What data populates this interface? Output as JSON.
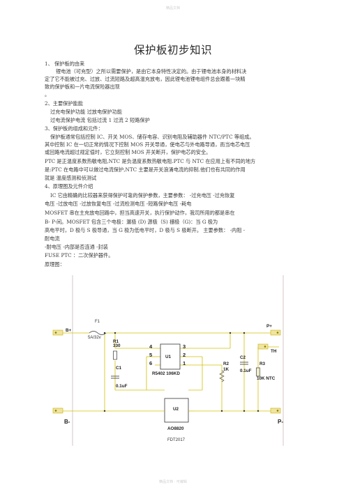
{
  "watermark_top": "精品文档",
  "watermark_bottom": "精品文档 · 可编辑",
  "title": "保护板初步知识",
  "lines": [
    "1、 保护板的由来",
    "锂电池（可充型）之所以需要保护，是由它本身特性决定的。由于锂电池本身的材料决",
    "定了它不能被过充、过放、过流短路及超高温充放电，因此锂电池锂电组件总会跟着一块精",
    "致的保护板和一片电流保险器出现",
    "。",
    "2、主要保护能能",
    "过充电保护功能  过放电保护功能",
    "过电流保护电流    包括过流 1        过流 2   短路保护",
    "3、保护板的组成和元件：",
    "保护板通常包括控制 IC、开关 MOS、储存电容、识别电阻及辅助器件 NTC/PTC 等组成。",
    "其中控制 IC 在一切正常的情况下控制 MOS 开关导通，使电芯与外电路导通，而当电芯电压",
    "或回路电流超过规定值时，它立刻控制 MOS 开关断开，保护电芯的安全。",
    "PTC 是正温度系数热敏电阻,NTC 是负温度系数热敏电阻.PTC 与 NTC 在应用上有不同的地方",
    "是:PTC 在电路中可以做过电流保护,NTC 主要是开关浪涌电流的抑制.他们也有共同的作用",
    "就是  温度感测和侦测试",
    "4、原理图及元件介绍",
    "IC   它由精确的比较器来获得保护可靠的保护参数，主要参数：  -过充电压  -过充恢复",
    "电压  -过放电压  -过放恢复电压  -过流检测电压  -短路保护电压  -耗电",
    "MOSFET      串在主充放电回路中，担当高速开关，执行保护动作，我司所用的都是串在",
    "B-     P-间。MOSFET 包含三个电极：漏极   (D)    源极（S)     栅极（G)：当 G 极为",
    "高电平时，D 极与 S 极导通，当 G 极为低电平时，D 极与 S 极断开。   主要参数：  -内阻  -",
    "耐电流",
    "-耐电压  -内部是否连通  -封装",
    "FUSE    PTC  ：二次保护器件。",
    "原理图："
  ],
  "schematic": {
    "terminals": {
      "bplus": "B+",
      "pplus": "P+",
      "th": "TH",
      "bminus": "B-",
      "pminus": "P-"
    },
    "components": {
      "f1_name": "F1",
      "f1_value": "5A/32v",
      "r1_name": "R1",
      "r1_value": "330",
      "c1_name": "C1",
      "c1_value": "0.1uF",
      "u1_name": "U1",
      "u1_part": "R5402 106KD",
      "r2_name": "R2",
      "r2_value": "1K",
      "c2_name": "C2",
      "c2_value": "0.1uF",
      "r3_name": "R3",
      "r3_value": "10K NTC",
      "u2_name": "U2",
      "u2_part": "AO8820",
      "board": "FDT2017"
    },
    "u1_pins": [
      "4",
      "3",
      "5",
      "2",
      "6",
      "1"
    ]
  }
}
